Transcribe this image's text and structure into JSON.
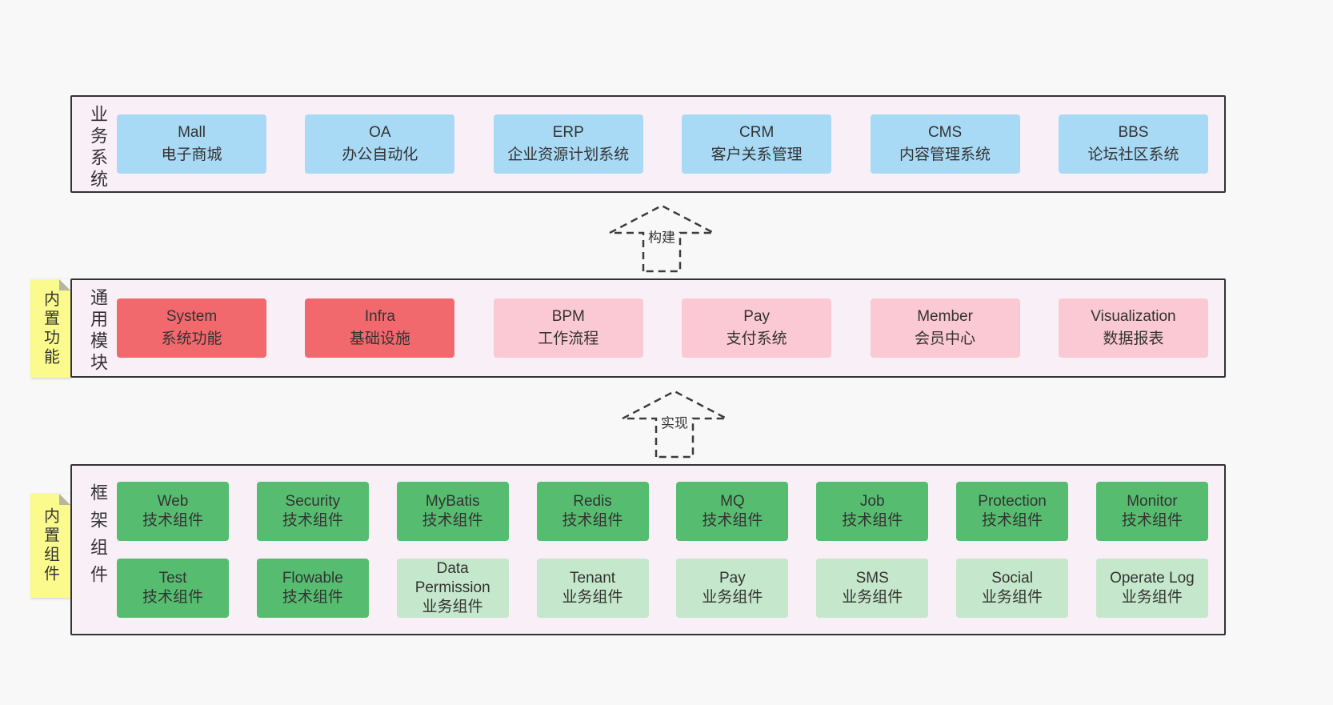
{
  "page": {
    "background": "#f8f8f8"
  },
  "colors": {
    "panel_bg": "#f9eff7",
    "panel_border": "#333333",
    "blue": "#a9daf5",
    "red": "#f1696c",
    "pink": "#fbc9d3",
    "green_dark": "#56bd70",
    "green_light": "#c5e7cb",
    "note_yellow": "#fbfb8d",
    "text": "#333333"
  },
  "arrows": {
    "build": "构建",
    "implement": "实现"
  },
  "notes": {
    "modules": "内置功能",
    "framework": "内置组件"
  },
  "sections": {
    "business": {
      "label": "业务系统",
      "items": [
        {
          "title": "Mall",
          "subtitle": "电子商城"
        },
        {
          "title": "OA",
          "subtitle": "办公自动化"
        },
        {
          "title": "ERP",
          "subtitle": "企业资源计划系统"
        },
        {
          "title": "CRM",
          "subtitle": "客户关系管理"
        },
        {
          "title": "CMS",
          "subtitle": "内容管理系统"
        },
        {
          "title": "BBS",
          "subtitle": "论坛社区系统"
        }
      ]
    },
    "modules": {
      "label": "通用模块",
      "items": [
        {
          "title": "System",
          "subtitle": "系统功能"
        },
        {
          "title": "Infra",
          "subtitle": "基础设施"
        },
        {
          "title": "BPM",
          "subtitle": "工作流程"
        },
        {
          "title": "Pay",
          "subtitle": "支付系统"
        },
        {
          "title": "Member",
          "subtitle": "会员中心"
        },
        {
          "title": "Visualization",
          "subtitle": "数据报表"
        }
      ]
    },
    "framework": {
      "label": "框架组件",
      "row1": [
        {
          "title": "Web",
          "subtitle": "技术组件"
        },
        {
          "title": "Security",
          "subtitle": "技术组件"
        },
        {
          "title": "MyBatis",
          "subtitle": "技术组件"
        },
        {
          "title": "Redis",
          "subtitle": "技术组件"
        },
        {
          "title": "MQ",
          "subtitle": "技术组件"
        },
        {
          "title": "Job",
          "subtitle": "技术组件"
        },
        {
          "title": "Protection",
          "subtitle": "技术组件"
        },
        {
          "title": "Monitor",
          "subtitle": "技术组件"
        }
      ],
      "row2": [
        {
          "title": "Test",
          "subtitle": "技术组件"
        },
        {
          "title": "Flowable",
          "subtitle": "技术组件"
        },
        {
          "title": "Data Permission",
          "subtitle": "业务组件"
        },
        {
          "title": "Tenant",
          "subtitle": "业务组件"
        },
        {
          "title": "Pay",
          "subtitle": "业务组件"
        },
        {
          "title": "SMS",
          "subtitle": "业务组件"
        },
        {
          "title": "Social",
          "subtitle": "业务组件"
        },
        {
          "title": "Operate Log",
          "subtitle": "业务组件"
        }
      ]
    }
  }
}
